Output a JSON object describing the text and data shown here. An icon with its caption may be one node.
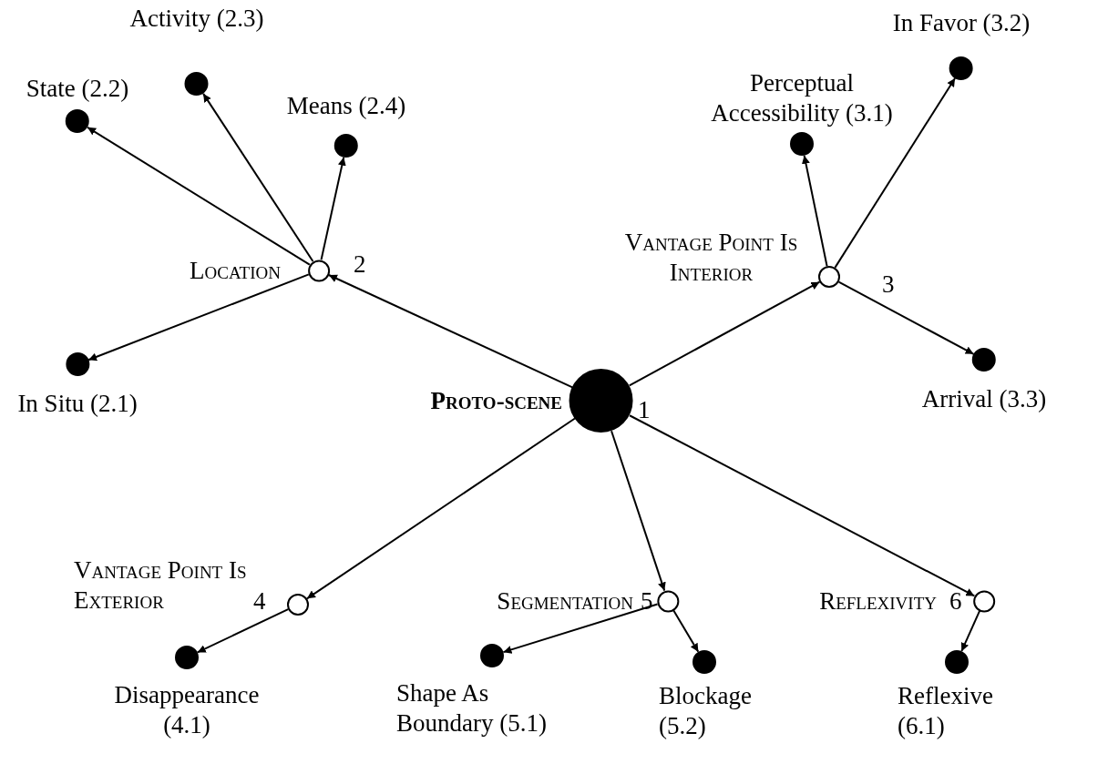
{
  "diagram": {
    "nodes": [
      {
        "text": [
          "Proto-scene"
        ],
        "beside": [
          "1"
        ]
      },
      {
        "text": [
          "Location"
        ],
        "beside": [
          "2"
        ]
      },
      {
        "text": [
          "State (2.2)"
        ]
      },
      {
        "text": [
          "Activity (2.3)"
        ]
      },
      {
        "text": [
          "Means (2.4)"
        ]
      },
      {
        "text": [
          "In Situ (2.1)"
        ]
      },
      {
        "text": [
          "Vantage Point Is Interior"
        ],
        "beside": [
          "3"
        ]
      },
      {
        "text": [
          "Perceptual Accessibility (3.1)"
        ]
      },
      {
        "text": [
          "In Favor (3.2)"
        ]
      },
      {
        "text": [
          "Arrival (3.3)"
        ]
      },
      {
        "text": [
          "Vantage Point Is Exterior"
        ],
        "beside": [
          "4"
        ]
      },
      {
        "text": [
          "Disappearance (4.1)"
        ]
      },
      {
        "text": [
          "Segmentation"
        ],
        "beside": [
          "5"
        ]
      },
      {
        "text": [
          "Shape As Boundary (5.1)"
        ]
      },
      {
        "text": [
          "Blockage (5.2)"
        ]
      },
      {
        "text": [
          "Reflexivity"
        ],
        "beside": [
          "6"
        ]
      },
      {
        "text": [
          "Reflexive (6.1)"
        ]
      }
    ],
    "edges": [
      {
        "from": 0,
        "to": 1,
        "arrow": "to"
      },
      {
        "from": 0,
        "to": 6,
        "arrow": "to"
      },
      {
        "from": 0,
        "to": 10,
        "arrow": "to"
      },
      {
        "from": 0,
        "to": 12,
        "arrow": "to"
      },
      {
        "from": 0,
        "to": 15,
        "arrow": "to"
      },
      {
        "from": 1,
        "to": 2,
        "arrow": "to"
      },
      {
        "from": 1,
        "to": 3,
        "arrow": "to"
      },
      {
        "from": 1,
        "to": 4,
        "arrow": "to"
      },
      {
        "from": 1,
        "to": 5,
        "arrow": "to"
      },
      {
        "from": 6,
        "to": 7,
        "arrow": "to"
      },
      {
        "from": 6,
        "to": 8,
        "arrow": "to"
      },
      {
        "from": 6,
        "to": 9,
        "arrow": "to"
      },
      {
        "from": 10,
        "to": 11,
        "arrow": "to"
      },
      {
        "from": 12,
        "to": 13,
        "arrow": "to"
      },
      {
        "from": 12,
        "to": 14,
        "arrow": "to"
      },
      {
        "from": 15,
        "to": 16,
        "arrow": "to"
      }
    ]
  }
}
